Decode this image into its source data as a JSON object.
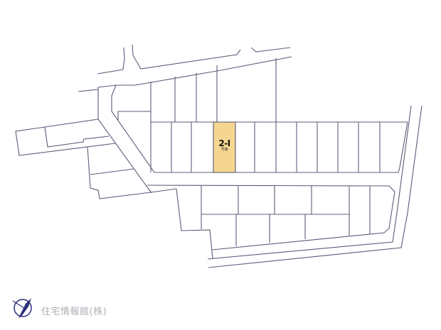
{
  "map": {
    "highlighted_lot": {
      "number": "2-I",
      "suffix": "号棟",
      "fill_color": "#f5d690"
    },
    "line_color": "#5c5c7a"
  },
  "footer": {
    "company": "住宅情報館(株)",
    "logo_icon": "crane-bird-logo-icon",
    "logo_color": "#2a2f7a"
  }
}
